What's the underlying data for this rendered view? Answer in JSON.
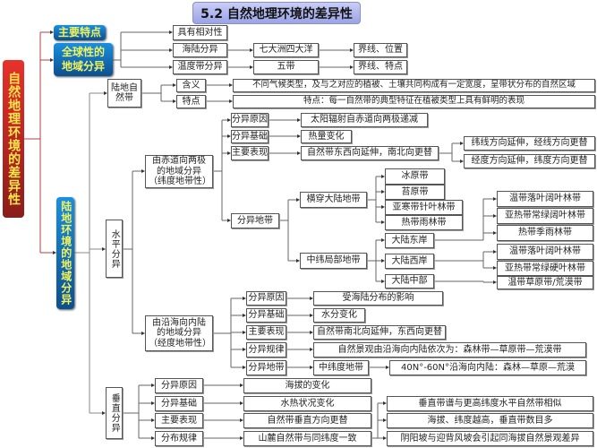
{
  "title": "5.2  自然地理环境的差异性",
  "root": "自然地理环境的差异性",
  "main_feature": {
    "label": "主要特点",
    "value": "具有相对性"
  },
  "global": {
    "label": "全球性的地域分异",
    "land_sea": "海陆分异",
    "continents": "七大洲四大洋",
    "boundary_pos": "界线、位置",
    "temp_zone": "温度带分异",
    "five_zones": "五带",
    "boundary_feat": "界线、特点"
  },
  "land": {
    "label": "陆地环境的地域分异",
    "natural_zone": {
      "label": "陆地自然带",
      "meaning_label": "含义",
      "meaning": "不同气候类型，及与之对应的植被、土壤共同构成有一定宽度，呈带状分布的自然区域",
      "feature_label": "特点",
      "feature": "特点：每一自然带的典型特征在植被类型上具有鲜明的表现"
    },
    "horizontal": {
      "label": "水平分异",
      "latitudinal": {
        "label": "由赤道向两极的地域分异（纬度地带性）",
        "cause_label": "分异原因",
        "cause": "太阳辐射自赤道向两极递减",
        "basis_label": "分异基础",
        "basis": "热量变化",
        "perf_label": "主要表现",
        "perf": "自然带东西向延伸，南北向更替",
        "perf_a": "纬线方向延伸，经线方向更替",
        "perf_b": "经度方向延伸，纬度方向更替",
        "zone_label": "分异地带",
        "cross": "横穿大陆地带",
        "cross_items": [
          "冰原带",
          "苔原带",
          "亚寒带针叶林带",
          "热带雨林带"
        ],
        "mid": "中纬局部地带",
        "east": "大陆东岸",
        "west": "大陆西岸",
        "inland": "大陆中部",
        "east_items": [
          "温带落叶阔叶林带",
          "亚热带常绿阔叶林带",
          "热带季雨林带"
        ],
        "west_items": [
          "温带落叶阔叶林带",
          "亚热带常绿硬叶林带"
        ],
        "inland_item": "温带草原带/荒漠带"
      },
      "longitudinal": {
        "label": "由沿海向内陆的地域分异（经度地带性）",
        "cause_label": "分异原因",
        "cause": "受海陆分布的影响",
        "basis_label": "分异基础",
        "basis": "水分变化",
        "perf_label": "主要表现",
        "perf": "自然带南北向延伸，东西向更替",
        "rule_label": "分异规律",
        "rule": "自然景观由沿海向内陆依次为：森林带—草原带—荒漠带",
        "zone_label": "分异地带",
        "zone": "中纬度地带",
        "zone_desc": "40N°-60N°沿海向内陆：森林—草原—荒漠"
      }
    },
    "vertical": {
      "label": "垂直分异",
      "cause_label": "分异原因",
      "cause": "海拔的变化",
      "basis_label": "分异基础",
      "basis": "水热状况变化",
      "perf_label": "主要表现",
      "perf": "自然带垂直方向更替",
      "rule_label": "分布规律",
      "rule": "山麓自然带与同纬度一致",
      "rule_items": [
        "垂直带谱与更高纬度水平自然带相似",
        "海拔、纬度越高，垂直带数目多",
        "阴阳坡与迎背风坡会引起同海拔自然景观差异"
      ]
    }
  }
}
